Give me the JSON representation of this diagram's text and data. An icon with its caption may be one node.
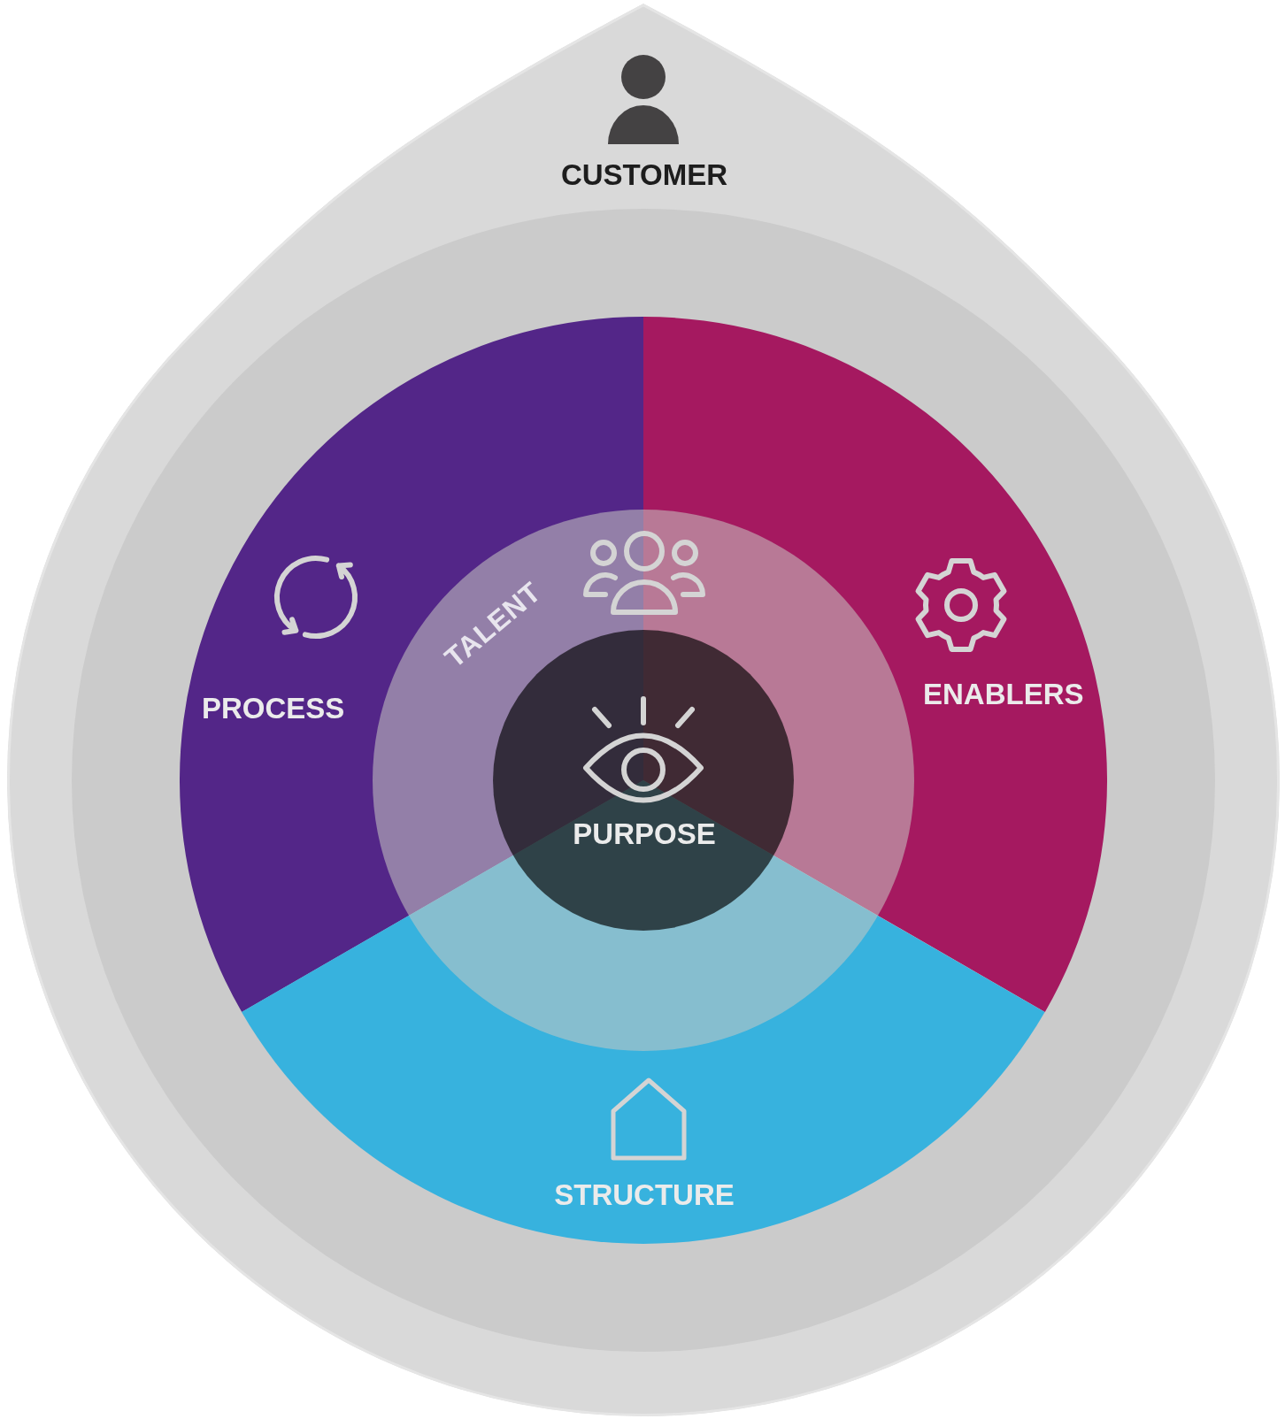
{
  "diagram": {
    "nodes": [
      {
        "text": [
          "CUSTOMER"
        ]
      },
      {
        "text": [],
        "shape": "circle",
        "in": 0
      },
      {
        "text": [
          "PROCESS"
        ],
        "in": 1
      },
      {
        "text": [
          "ENABLERS"
        ],
        "in": 1
      },
      {
        "text": [
          "STRUCTURE"
        ],
        "in": 1
      },
      {
        "text": [
          "TALENT"
        ],
        "in": 1
      },
      {
        "text": [
          "PURPOSE"
        ],
        "in": 5
      }
    ]
  }
}
